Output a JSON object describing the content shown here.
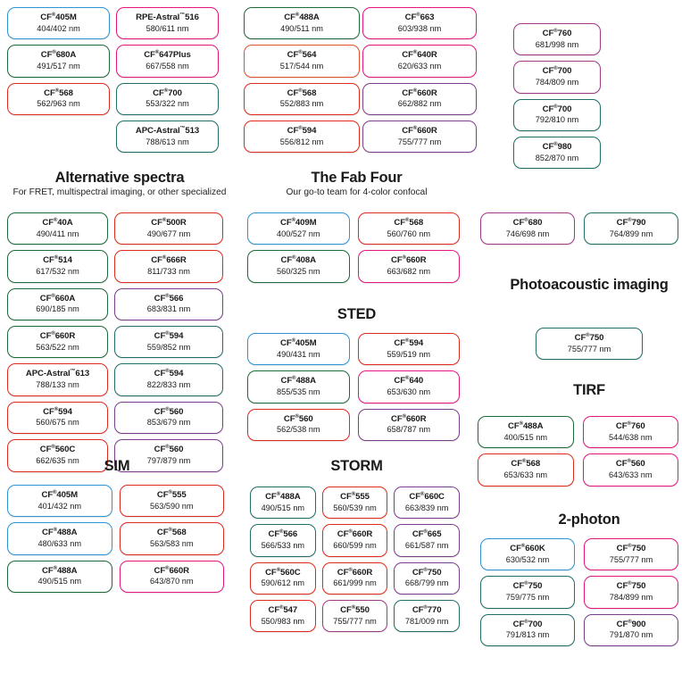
{
  "meta": {
    "palette": {
      "blue": "#2b95d6",
      "green": "#1e6b3a",
      "red": "#e02b1c",
      "magenta": "#e5177f",
      "purple": "#7b3f8c",
      "teal": "#1f6e68",
      "orange": "#e2512a",
      "plum": "#a03a86"
    },
    "unit": "nm"
  },
  "top": {
    "col1": [
      {
        "name": "CF",
        "sup": "®",
        "code": "405M",
        "wl": "404/402 nm",
        "color": "blue"
      },
      {
        "name": "CF",
        "sup": "®",
        "code": "680A",
        "wl": "491/517 nm",
        "color": "green"
      },
      {
        "name": "CF",
        "sup": "®",
        "code": "568",
        "wl": "562/963 nm",
        "color": "red"
      }
    ],
    "col2": [
      {
        "name": "RPE-Astral",
        "sup": "™",
        "code": "516",
        "wl": "580/611 nm",
        "color": "magenta"
      },
      {
        "name": "CF",
        "sup": "®",
        "code": "647Plus",
        "wl": "667/558 nm",
        "color": "magenta"
      },
      {
        "name": "CF",
        "sup": "®",
        "code": "700",
        "wl": "553/322 nm",
        "color": "teal"
      },
      {
        "name": "APC-Astral",
        "sup": "™",
        "code": "513",
        "wl": "788/613 nm",
        "color": "teal"
      }
    ],
    "col3": [
      {
        "name": "CF",
        "sup": "®",
        "code": "488A",
        "wl": "490/511 nm",
        "color": "green"
      },
      {
        "name": "CF",
        "sup": "®",
        "code": "564",
        "wl": "517/544 nm",
        "color": "orange"
      },
      {
        "name": "CF",
        "sup": "®",
        "code": "568",
        "wl": "552/883 nm",
        "color": "red"
      },
      {
        "name": "CF",
        "sup": "®",
        "code": "594",
        "wl": "556/812 nm",
        "color": "red"
      }
    ],
    "col4": [
      {
        "name": "CF",
        "sup": "®",
        "code": "663",
        "wl": "603/938 nm",
        "color": "magenta"
      },
      {
        "name": "CF",
        "sup": "®",
        "code": "640R",
        "wl": "620/633 nm",
        "color": "magenta"
      },
      {
        "name": "CF",
        "sup": "®",
        "code": "660R",
        "wl": "662/882 nm",
        "color": "purple"
      },
      {
        "name": "CF",
        "sup": "®",
        "code": "660R",
        "wl": "755/777 nm",
        "color": "purple"
      }
    ],
    "col5": [
      {
        "name": "CF",
        "sup": "®",
        "code": "760",
        "wl": "681/998 nm",
        "color": "plum"
      },
      {
        "name": "CF",
        "sup": "®",
        "code": "700",
        "wl": "784/809 nm",
        "color": "plum"
      },
      {
        "name": "CF",
        "sup": "®",
        "code": "700",
        "wl": "792/810 nm",
        "color": "teal"
      },
      {
        "name": "CF",
        "sup": "®",
        "code": "980",
        "wl": "852/870 nm",
        "color": "teal"
      }
    ]
  },
  "alternative": {
    "title": "Alternative spectra",
    "subtitle": "For FRET, multispectral imaging, or other specialized",
    "left": [
      {
        "name": "CF",
        "sup": "®",
        "code": "40A",
        "wl": "490/411 nm",
        "color": "green"
      },
      {
        "name": "CF",
        "sup": "®",
        "code": "514",
        "wl": "617/532 nm",
        "color": "green"
      },
      {
        "name": "CF",
        "sup": "®",
        "code": "660A",
        "wl": "690/185 nm",
        "color": "green"
      },
      {
        "name": "CF",
        "sup": "®",
        "code": "660R",
        "wl": "563/522 nm",
        "color": "green"
      },
      {
        "name": "APC-Astral",
        "sup": "™",
        "code": "613",
        "wl": "788/133 nm",
        "color": "red"
      },
      {
        "name": "CF",
        "sup": "®",
        "code": "594",
        "wl": "560/675 nm",
        "color": "red"
      },
      {
        "name": "CF",
        "sup": "®",
        "code": "560C",
        "wl": "662/635 nm",
        "color": "red"
      }
    ],
    "right": [
      {
        "name": "CF",
        "sup": "®",
        "code": "500R",
        "wl": "490/677 nm",
        "color": "red"
      },
      {
        "name": "CF",
        "sup": "®",
        "code": "666R",
        "wl": "811/733 nm",
        "color": "red"
      },
      {
        "name": "CF",
        "sup": "®",
        "code": "566",
        "wl": "683/831 nm",
        "color": "purple"
      },
      {
        "name": "CF",
        "sup": "®",
        "code": "594",
        "wl": "559/852 nm",
        "color": "teal"
      },
      {
        "name": "CF",
        "sup": "®",
        "code": "594",
        "wl": "822/833 nm",
        "color": "teal"
      },
      {
        "name": "CF",
        "sup": "®",
        "code": "560",
        "wl": "853/679 nm",
        "color": "purple"
      },
      {
        "name": "CF",
        "sup": "®",
        "code": "560",
        "wl": "797/879 nm",
        "color": "purple"
      }
    ]
  },
  "fabfour": {
    "title": "The Fab Four",
    "subtitle": "Our go-to team for 4-color confocal",
    "items": [
      {
        "name": "CF",
        "sup": "®",
        "code": "409M",
        "wl": "400/527 nm",
        "color": "blue"
      },
      {
        "name": "CF",
        "sup": "®",
        "code": "568",
        "wl": "560/760 nm",
        "color": "red"
      },
      {
        "name": "CF",
        "sup": "®",
        "code": "408A",
        "wl": "560/325 nm",
        "color": "green"
      },
      {
        "name": "CF",
        "sup": "®",
        "code": "660R",
        "wl": "663/682 nm",
        "color": "magenta"
      }
    ]
  },
  "sted": {
    "title": "STED",
    "items": [
      {
        "name": "CF",
        "sup": "®",
        "code": "405M",
        "wl": "490/431 nm",
        "color": "blue"
      },
      {
        "name": "CF",
        "sup": "®",
        "code": "594",
        "wl": "559/519 nm",
        "color": "red"
      },
      {
        "name": "CF",
        "sup": "®",
        "code": "488A",
        "wl": "855/535 nm",
        "color": "green"
      },
      {
        "name": "CF",
        "sup": "®",
        "code": "640",
        "wl": "653/630 nm",
        "color": "magenta"
      },
      {
        "name": "CF",
        "sup": "®",
        "code": "560",
        "wl": "562/538 nm",
        "color": "red"
      },
      {
        "name": "CF",
        "sup": "®",
        "code": "660R",
        "wl": "658/787 nm",
        "color": "purple"
      }
    ]
  },
  "sim": {
    "title": "SIM",
    "items": [
      {
        "name": "CF",
        "sup": "®",
        "code": "405M",
        "wl": "401/432 nm",
        "color": "blue"
      },
      {
        "name": "CF",
        "sup": "®",
        "code": "555",
        "wl": "563/590 nm",
        "color": "red"
      },
      {
        "name": "CF",
        "sup": "®",
        "code": "488A",
        "wl": "480/633 nm",
        "color": "blue"
      },
      {
        "name": "CF",
        "sup": "®",
        "code": "568",
        "wl": "563/583 nm",
        "color": "red"
      },
      {
        "name": "CF",
        "sup": "®",
        "code": "488A",
        "wl": "490/515 nm",
        "color": "green"
      },
      {
        "name": "CF",
        "sup": "®",
        "code": "660R",
        "wl": "643/870 nm",
        "color": "magenta"
      }
    ]
  },
  "storm": {
    "title": "STORM",
    "items": [
      {
        "name": "CF",
        "sup": "®",
        "code": "488A",
        "wl": "490/515 nm",
        "color": "teal"
      },
      {
        "name": "CF",
        "sup": "®",
        "code": "555",
        "wl": "560/539 nm",
        "color": "red"
      },
      {
        "name": "CF",
        "sup": "®",
        "code": "660C",
        "wl": "663/839 nm",
        "color": "purple"
      },
      {
        "name": "CF",
        "sup": "®",
        "code": "566",
        "wl": "566/533 nm",
        "color": "teal"
      },
      {
        "name": "CF",
        "sup": "®",
        "code": "660R",
        "wl": "660/599 nm",
        "color": "red"
      },
      {
        "name": "CF",
        "sup": "®",
        "code": "665",
        "wl": "661/587 nm",
        "color": "purple"
      },
      {
        "name": "CF",
        "sup": "®",
        "code": "560C",
        "wl": "590/612 nm",
        "color": "red"
      },
      {
        "name": "CF",
        "sup": "®",
        "code": "660R",
        "wl": "661/999 nm",
        "color": "red"
      },
      {
        "name": "CF",
        "sup": "®",
        "code": "750",
        "wl": "668/799 nm",
        "color": "purple"
      },
      {
        "name": "CF",
        "sup": "®",
        "code": "547",
        "wl": "550/983 nm",
        "color": "red"
      },
      {
        "name": "CF",
        "sup": "®",
        "code": "550",
        "wl": "755/777 nm",
        "color": "plum"
      },
      {
        "name": "CF",
        "sup": "®",
        "code": "770",
        "wl": "781/009 nm",
        "color": "teal"
      }
    ]
  },
  "right_pair": [
    {
      "name": "CF",
      "sup": "®",
      "code": "680",
      "wl": "746/698 nm",
      "color": "plum"
    },
    {
      "name": "CF",
      "sup": "®",
      "code": "790",
      "wl": "764/899 nm",
      "color": "teal"
    }
  ],
  "photoacoustic": {
    "title": "Photoacoustic imaging",
    "items": [
      {
        "name": "CF",
        "sup": "®",
        "code": "750",
        "wl": "755/777 nm",
        "color": "teal"
      }
    ]
  },
  "tirf": {
    "title": "TIRF",
    "items": [
      {
        "name": "CF",
        "sup": "®",
        "code": "488A",
        "wl": "400/515 nm",
        "color": "green"
      },
      {
        "name": "CF",
        "sup": "®",
        "code": "760",
        "wl": "544/638 nm",
        "color": "magenta"
      },
      {
        "name": "CF",
        "sup": "®",
        "code": "568",
        "wl": "653/633 nm",
        "color": "red"
      },
      {
        "name": "CF",
        "sup": "®",
        "code": "560",
        "wl": "643/633 nm",
        "color": "magenta"
      }
    ]
  },
  "twophoton": {
    "title": "2-photon",
    "items": [
      {
        "name": "CF",
        "sup": "®",
        "code": "660K",
        "wl": "630/532 nm",
        "color": "blue"
      },
      {
        "name": "CF",
        "sup": "®",
        "code": "750",
        "wl": "755/777 nm",
        "color": "magenta"
      },
      {
        "name": "CF",
        "sup": "®",
        "code": "750",
        "wl": "759/775 nm",
        "color": "teal"
      },
      {
        "name": "CF",
        "sup": "®",
        "code": "750",
        "wl": "784/899 nm",
        "color": "magenta"
      },
      {
        "name": "CF",
        "sup": "®",
        "code": "700",
        "wl": "791/813 nm",
        "color": "teal"
      },
      {
        "name": "CF",
        "sup": "®",
        "code": "900",
        "wl": "791/870 nm",
        "color": "purple"
      }
    ]
  }
}
